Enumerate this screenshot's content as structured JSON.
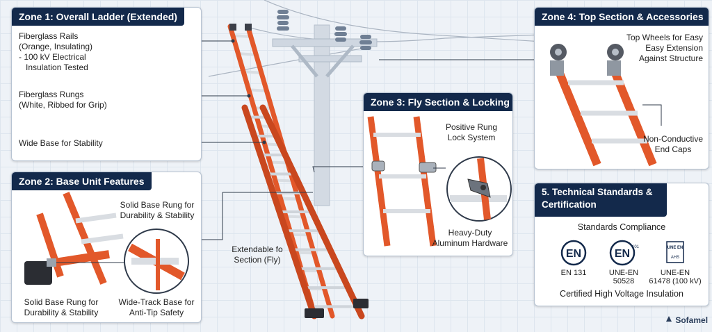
{
  "zone1": {
    "title": "Zone 1: Overall Ladder (Extended)",
    "label1": [
      "Fiberglass Rails",
      "(Orange, Insulating)",
      "- 100 kV Electrical",
      "Insulation Tested"
    ],
    "label2": [
      "Fiberglass Rungs",
      "(White, Ribbed for Grip)"
    ],
    "label3": "Wide Base for Stability"
  },
  "zone2": {
    "title": "Zone 2: Base Unit Features",
    "label_top_right": [
      "Solid Base Rung for",
      "Durability & Stability"
    ],
    "label_bottom_left": [
      "Solid Base Rung for",
      "Durability & Stability"
    ],
    "label_bottom_right": [
      "Wide-Track Base for",
      "Anti-Tip Safety"
    ]
  },
  "center": {
    "extendable_label": [
      "Extendable fo",
      "Section (Fly)"
    ]
  },
  "zone3": {
    "title": "Zone 3: Fly Section & Locking",
    "label_top": [
      "Positive Rung",
      "Lock System"
    ],
    "label_bottom": [
      "Heavy-Duty",
      "Aluminum Hardware"
    ]
  },
  "zone4": {
    "title": "Zone 4: Top Section & Accessories",
    "label_top": [
      "Top Wheels for Easy",
      "Easy Extension",
      "Against Structure"
    ],
    "label_bottom": [
      "Non-Conductive",
      "End Caps"
    ]
  },
  "zone5": {
    "title": "5.  Technical Standards & Certification",
    "subtitle": "Standards Compliance",
    "badges": [
      {
        "logo": "EN",
        "caption": "EN 131"
      },
      {
        "logo": "EN",
        "sup": "101",
        "caption": "UNE-EN\n50528"
      },
      {
        "logo": "UNE EN",
        "sup": "AHS",
        "caption": "UNE-EN\n61478 (100 kV)"
      }
    ],
    "footer": "Certified High Voltage Insulation"
  },
  "brand": {
    "name": "Sofamel"
  },
  "colors": {
    "navy": "#13294b",
    "orange": "#e2582a",
    "orange_dark": "#b8401a",
    "rung": "#d9dde2",
    "pole": "#d2d9e2"
  }
}
